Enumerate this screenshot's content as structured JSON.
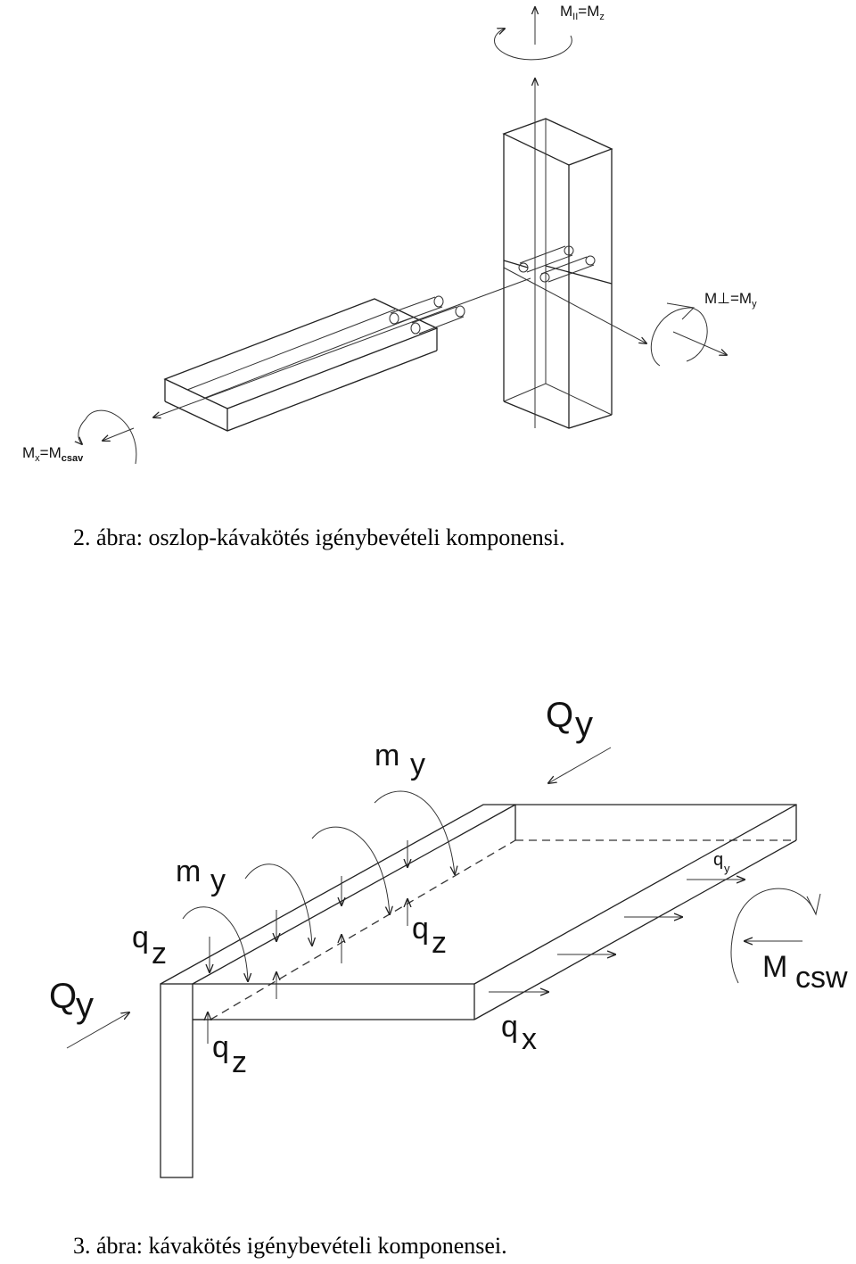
{
  "figure2": {
    "caption": "2. ábra: oszlop-kávakötés igénybevételi komponensi.",
    "labels": {
      "m_parallel_base": "M",
      "m_parallel_sub": "II",
      "m_parallel_eq": "=M",
      "m_parallel_z": "z",
      "m_perp": "M⊥=M",
      "m_perp_y": "y",
      "m_x_base": "M",
      "m_x_sub": "x",
      "m_x_eq": "=M",
      "m_x_csav": "csav"
    }
  },
  "figure3": {
    "caption": "3. ábra: kávakötés igénybevételi komponensei.",
    "labels": {
      "Qy_top_base": "Q",
      "Qy_top_sub": "y",
      "Qy_left_base": "Q",
      "Qy_left_sub": "y",
      "my_top_base": "m",
      "my_top_sub": "y",
      "my_left_base": "m",
      "my_left_sub": "y",
      "qz_left_base": "q",
      "qz_left_sub": "z",
      "qz_mid_base": "q",
      "qz_mid_sub": "z",
      "qz_low_base": "q",
      "qz_low_sub": "z",
      "qy_base": "q",
      "qy_sub": "y",
      "qx_base": "q",
      "qx_sub": "x",
      "mcsw_base": "M",
      "mcsw_sub": "csw"
    }
  }
}
